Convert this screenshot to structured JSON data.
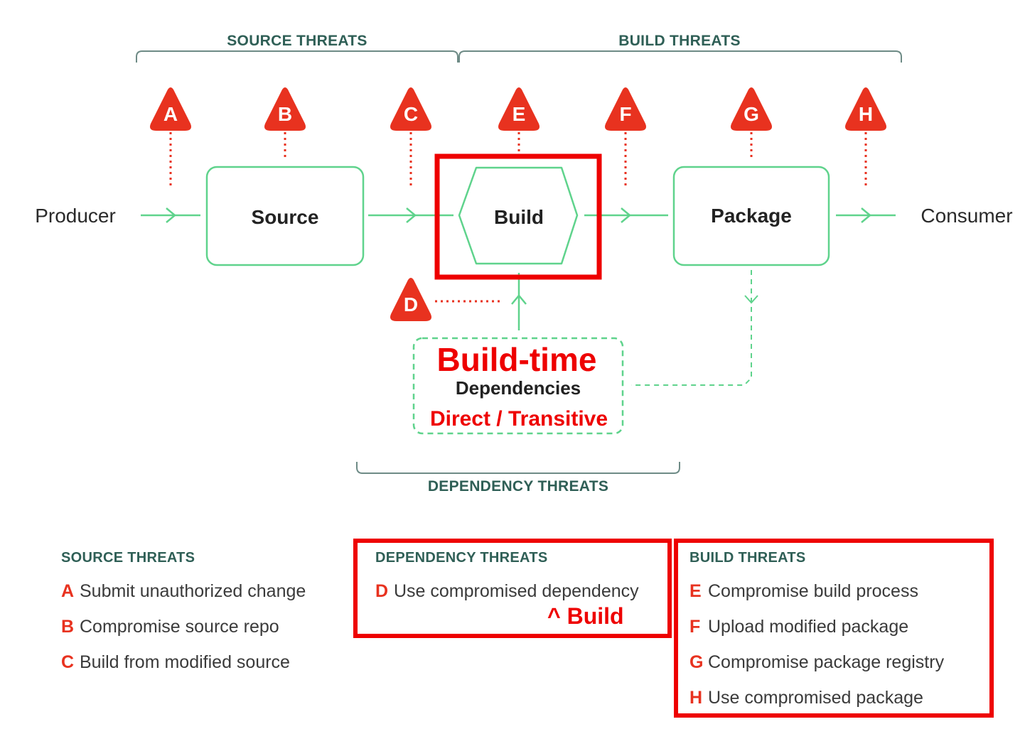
{
  "groups": {
    "source_threats": "SOURCE THREATS",
    "build_threats": "BUILD THREATS",
    "dependency_threats": "DEPENDENCY THREATS"
  },
  "actors": {
    "producer": "Producer",
    "consumer": "Consumer"
  },
  "stages": {
    "source": "Source",
    "build": "Build",
    "package": "Package"
  },
  "badges": [
    "A",
    "B",
    "C",
    "E",
    "F",
    "G",
    "H",
    "D"
  ],
  "dependencies": {
    "overlay_title": "Build-time",
    "label": "Dependencies",
    "overlay_subtitle": "Direct / Transitive"
  },
  "legend": {
    "source": {
      "title": "SOURCE THREATS",
      "items": [
        {
          "letter": "A",
          "text": "Submit unauthorized change"
        },
        {
          "letter": "B",
          "text": "Compromise source repo"
        },
        {
          "letter": "C",
          "text": "Build from modified source"
        }
      ]
    },
    "dependency": {
      "title": "DEPENDENCY THREATS",
      "items": [
        {
          "letter": "D",
          "text": "Use compromised dependency"
        }
      ],
      "note": "^ Build"
    },
    "build": {
      "title": "BUILD THREATS",
      "items": [
        {
          "letter": "E",
          "text": "Compromise build process"
        },
        {
          "letter": "F",
          "text": "Upload modified package"
        },
        {
          "letter": "G",
          "text": "Compromise package registry"
        },
        {
          "letter": "H",
          "text": "Use compromised package"
        }
      ]
    }
  },
  "colors": {
    "flow_green": "#5fd38c",
    "threat_red": "#e8321f",
    "annotation_red": "#ee0000",
    "group_text": "#2f5f56"
  }
}
